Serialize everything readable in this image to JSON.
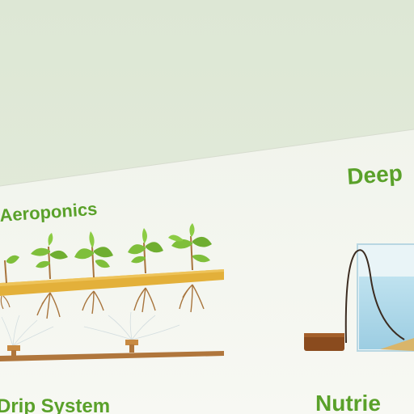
{
  "panels": [
    {
      "id": "aeroponics",
      "title": "Aeroponics"
    },
    {
      "id": "deep-water",
      "title": "Deep"
    },
    {
      "id": "drip",
      "title": "Drip System"
    },
    {
      "id": "nutrient",
      "title": "Nutrie"
    }
  ],
  "colors": {
    "wall": "#dfe8d6",
    "poster": "#f3f6ef",
    "title_green": "#5aa12a",
    "tray_yellow": "#e3b03a",
    "pipe_brown": "#b0763c",
    "leaf_green": "#7fbf3b",
    "root_brown": "#a8743c",
    "water_blue": "#a9d6e8",
    "pump_brown": "#8a4b1e"
  },
  "icons": [
    "plant-icon",
    "spray-nozzle-icon",
    "water-tank-icon",
    "pump-icon"
  ]
}
